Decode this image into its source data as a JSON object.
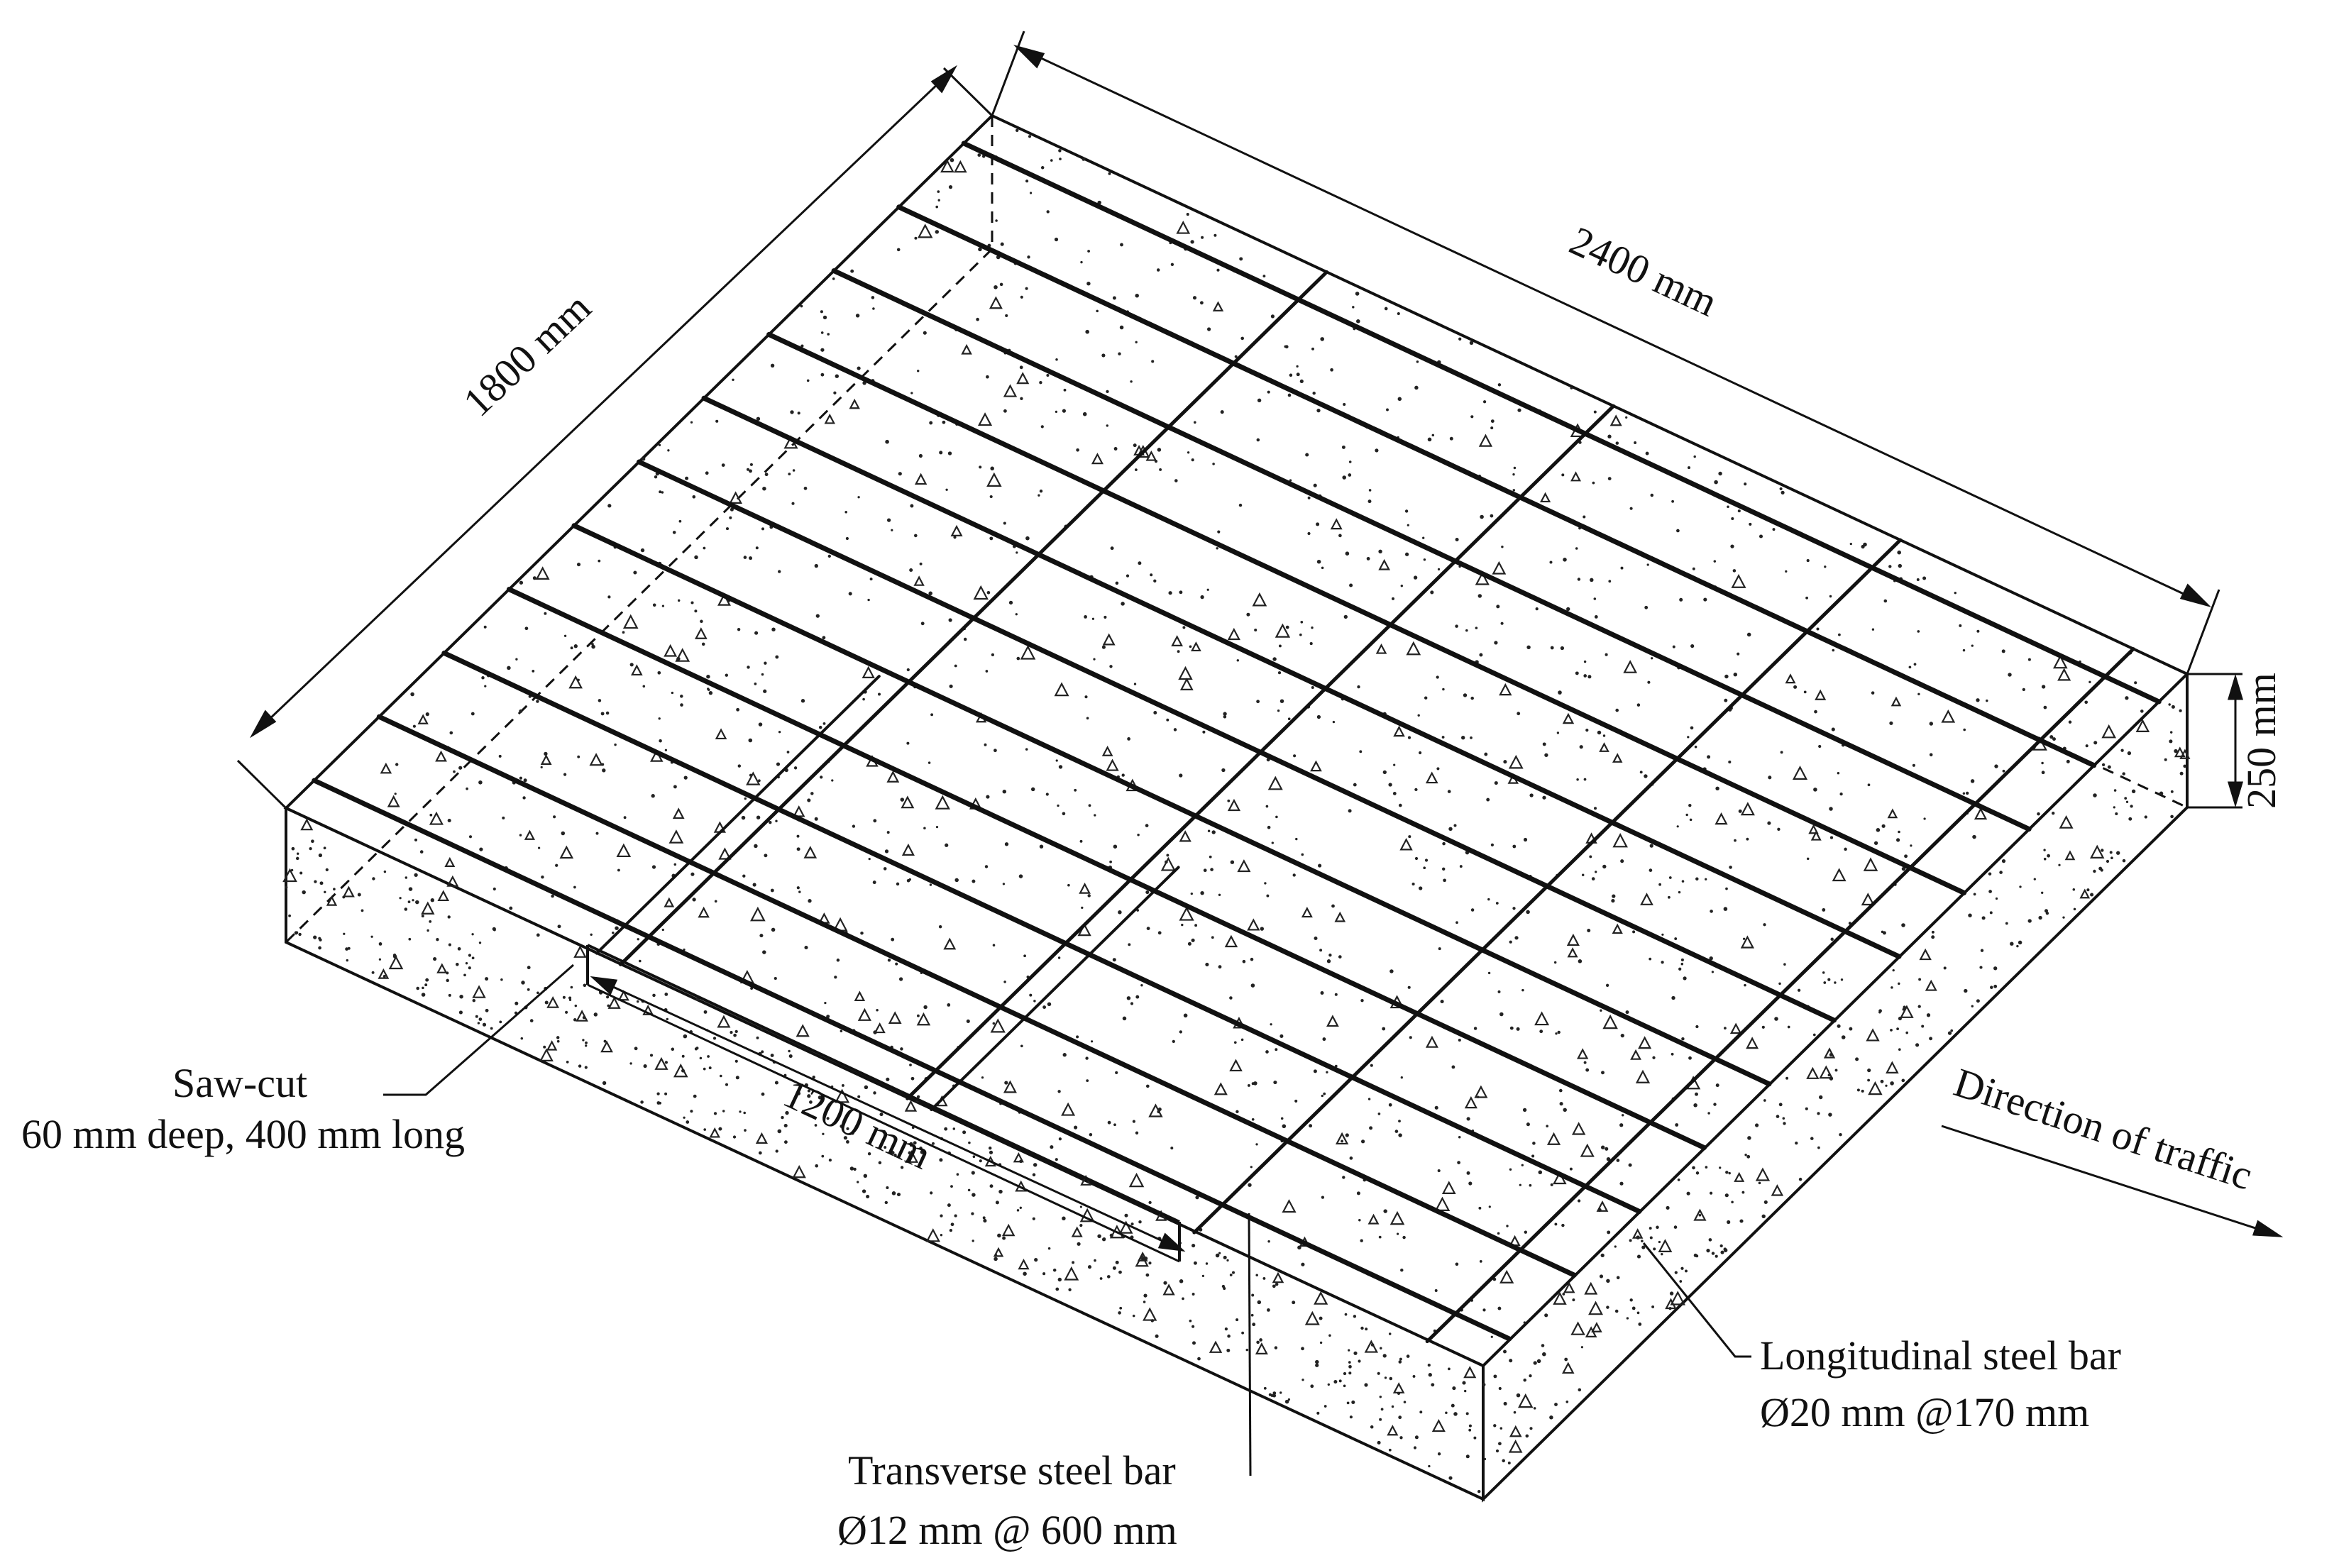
{
  "dimensions": {
    "length": "2400 mm",
    "width": "1800 mm",
    "thickness": "250 mm",
    "bar_length": "1200 mm"
  },
  "labels": {
    "saw_cut_title": "Saw-cut",
    "saw_cut_detail": "60 mm deep, 400 mm long",
    "traffic": "Direction of traffic",
    "longitudinal_title": "Longitudinal steel bar",
    "longitudinal_detail": "Ø20 mm @170 mm",
    "transverse_title": "Transverse steel bar",
    "transverse_detail": "Ø12 mm @ 600 mm"
  },
  "reinforcement": {
    "longitudinal_bar_count": 11,
    "transverse_bar_count": 4
  }
}
